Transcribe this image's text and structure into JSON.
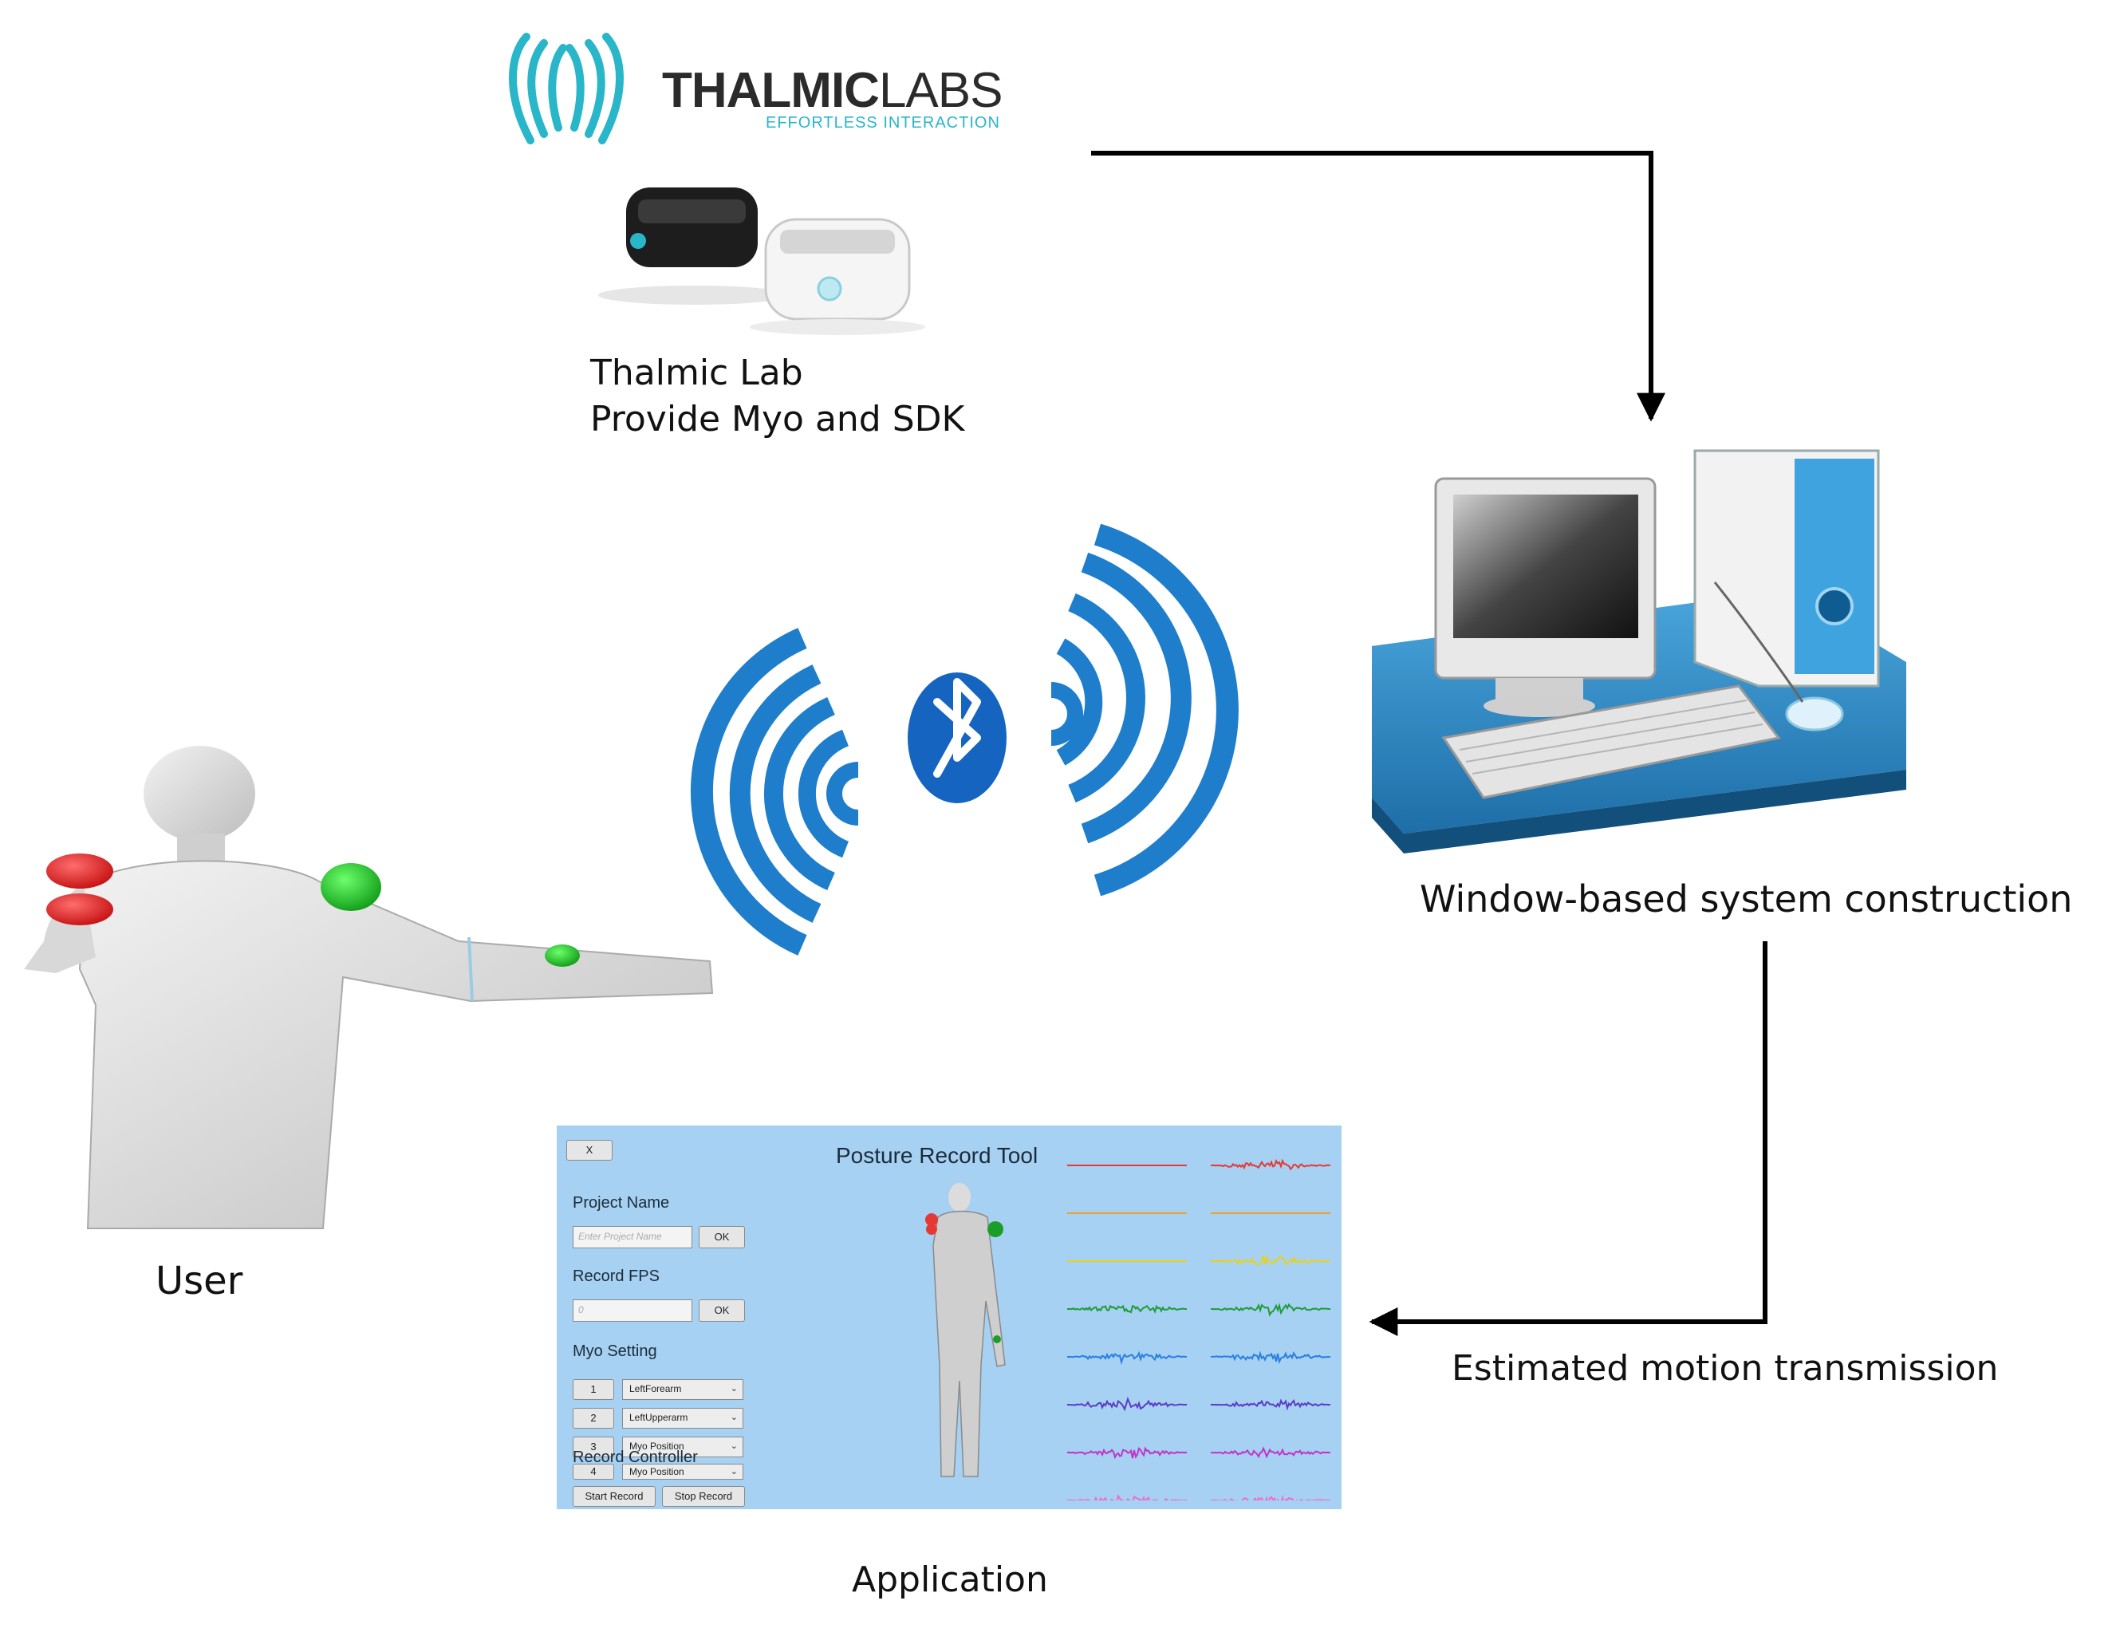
{
  "logo": {
    "word_bold": "THALMIC",
    "word_light": "LABS",
    "tagline": "EFFORTLESS INTERACTION"
  },
  "labels": {
    "thalmic_line1": "Thalmic Lab",
    "thalmic_line2": "Provide Myo and SDK",
    "pc": "Window-based system construction",
    "user": "User",
    "transmission": "Estimated motion transmission",
    "application": "Application"
  },
  "app": {
    "close_label": "X",
    "title": "Posture Record Tool",
    "project_name_label": "Project Name",
    "project_name_placeholder": "Enter Project Name",
    "ok_label": "OK",
    "record_fps_label": "Record FPS",
    "record_fps_value": "0",
    "myo_setting_label": "Myo Setting",
    "myo_rows": [
      {
        "index": "1",
        "value": "LeftForearm"
      },
      {
        "index": "2",
        "value": "LeftUpperarm"
      },
      {
        "index": "3",
        "value": "Myo Position"
      },
      {
        "index": "4",
        "value": "Myo Position"
      }
    ],
    "record_controller_label": "Record Controller",
    "start_record_label": "Start Record",
    "stop_record_label": "Stop Record"
  },
  "colors": {
    "bluetooth": "#1565c0",
    "signal": "#1f7ecb",
    "app_bg": "#a6d1f2",
    "waves": [
      "#e53935",
      "#f0a020",
      "#e6d21e",
      "#1f9c3a",
      "#2a7fe0",
      "#5b3cc4",
      "#c233c9",
      "#f06ad0"
    ]
  }
}
